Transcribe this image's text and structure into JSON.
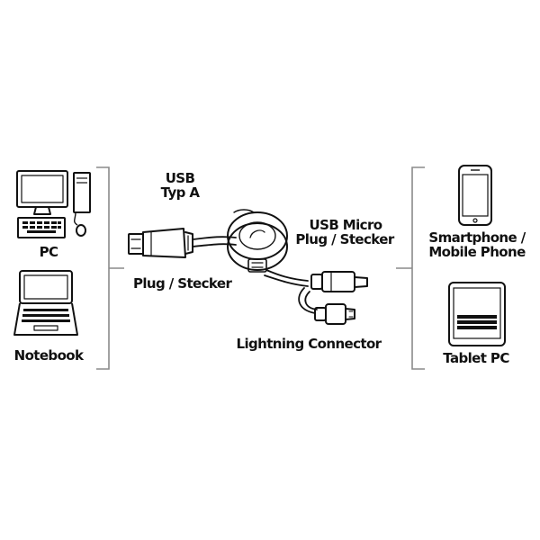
{
  "labels": {
    "pc": "PC",
    "notebook": "Notebook",
    "usb_type_a_line1": "USB",
    "usb_type_a_line2": "Typ A",
    "plug_stecker_left": "Plug / Stecker",
    "usb_micro_line1": "USB Micro",
    "usb_micro_line2": "Plug / Stecker",
    "lightning_connector": "Lightning Connector",
    "smartphone_line1": "Smartphone /",
    "smartphone_line2": "Mobile Phone",
    "tablet_pc": "Tablet PC"
  },
  "icons": {
    "pc": "desktop-pc-icon",
    "notebook": "laptop-icon",
    "smartphone": "smartphone-icon",
    "tablet": "tablet-icon",
    "cable": "retractable-usb-cable-icon"
  },
  "colors": {
    "line": "#111111",
    "bracket": "#8a8a8a",
    "background": "#ffffff"
  }
}
